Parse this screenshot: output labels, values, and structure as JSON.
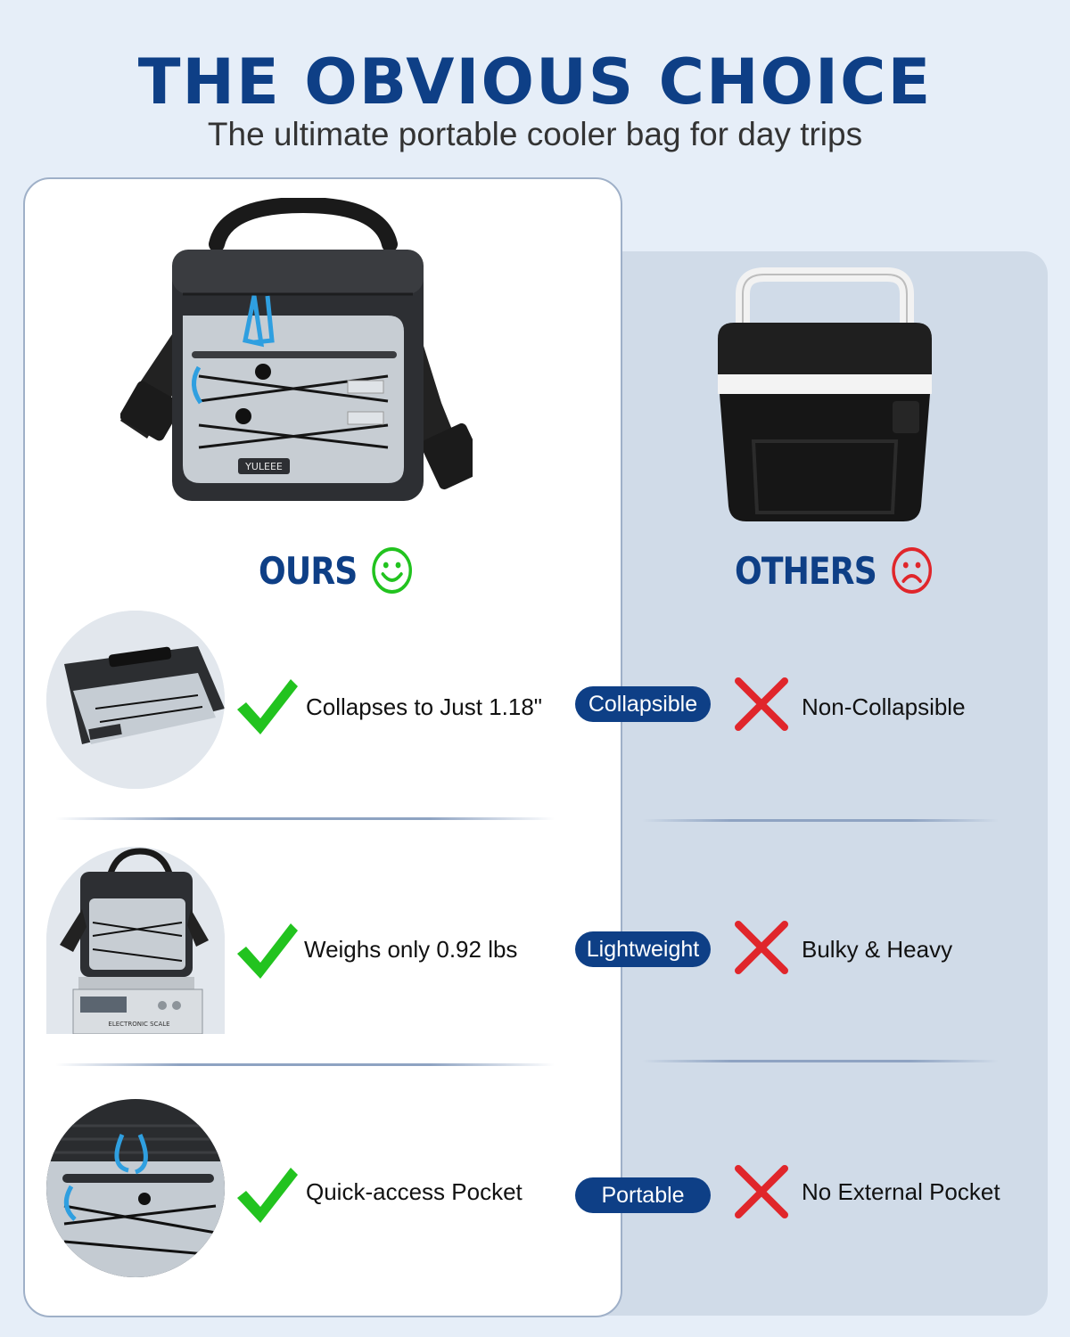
{
  "header": {
    "title": "THE OBVIOUS CHOICE",
    "subtitle": "The ultimate portable cooler bag for day trips"
  },
  "product": {
    "brand": "YULEEE"
  },
  "columns": {
    "ours": {
      "label": "OURS",
      "face": "smiley-face",
      "color": "#22c31f"
    },
    "others": {
      "label": "OTHERS",
      "face": "frowning-face",
      "color": "#e0262b"
    }
  },
  "rows": [
    {
      "ours": "Collapses to Just 1.18\"",
      "category": "Collapsible",
      "others": "Non-Collapsible"
    },
    {
      "ours": "Weighs only 0.92 lbs",
      "category": "Lightweight",
      "others": "Bulky & Heavy"
    },
    {
      "ours": "Quick-access Pocket",
      "category": "Portable",
      "others": "No External Pocket"
    }
  ],
  "scale_label": "ELECTRONIC SCALE",
  "colors": {
    "accent": "#0e3f86",
    "check": "#22c31f",
    "cross": "#e0262b"
  }
}
